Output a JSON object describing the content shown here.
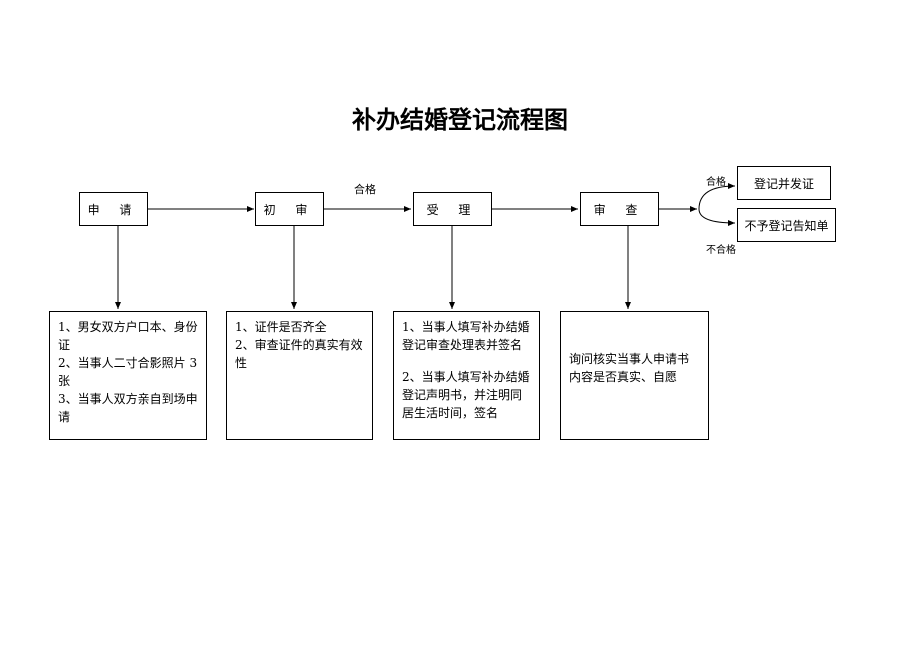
{
  "title": "补办结婚登记流程图",
  "stages": {
    "apply": "申 请",
    "initial_review": "初 审",
    "accept": "受  理",
    "examine": "审 查"
  },
  "edge_labels": {
    "pass_top": "合格",
    "pass_right": "合格",
    "fail_right": "不合格"
  },
  "results": {
    "approve": "登记并发证",
    "reject": "不予登记告知单"
  },
  "details": {
    "apply": [
      "1、男女双方户口本、身份证",
      "2、当事人二寸合影照片 3 张",
      "3、当事人双方亲自到场申请"
    ],
    "initial_review": [
      "1、证件是否齐全",
      "2、审查证件的真实有效性"
    ],
    "accept": [
      "1、当事人填写补办结婚登记审查处理表并签名",
      "2、当事人填写补办结婚登记声明书，并注明同居生活时间，签名"
    ],
    "examine": [
      "询问核实当事人申请书内容是否真实、自愿"
    ]
  }
}
